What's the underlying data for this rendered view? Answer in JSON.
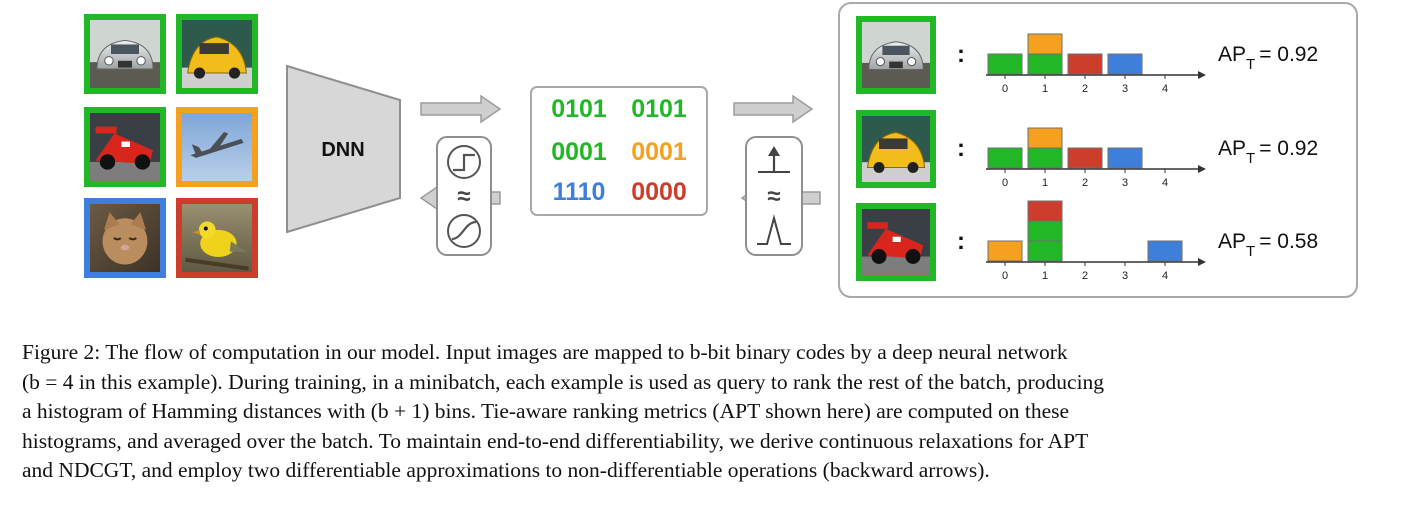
{
  "colors": {
    "green": "#22b726",
    "orange": "#f5a01e",
    "blue": "#3f7fdc",
    "red": "#cc3d2c",
    "gray_fill": "#cfcfcf",
    "gray_stroke": "#8f8f8f"
  },
  "input_images": [
    {
      "subject": "car",
      "border": "green"
    },
    {
      "subject": "car",
      "border": "green"
    },
    {
      "subject": "race-car",
      "border": "green"
    },
    {
      "subject": "airplane",
      "border": "orange"
    },
    {
      "subject": "cat",
      "border": "blue"
    },
    {
      "subject": "bird",
      "border": "red"
    }
  ],
  "network": {
    "label": "DNN"
  },
  "codes": {
    "left": [
      {
        "text": "0101",
        "color": "green"
      },
      {
        "text": "0001",
        "color": "green"
      },
      {
        "text": "1110",
        "color": "blue"
      }
    ],
    "right": [
      {
        "text": "0101",
        "color": "green"
      },
      {
        "text": "0001",
        "color": "orange"
      },
      {
        "text": "0000",
        "color": "red"
      }
    ]
  },
  "relaxations": {
    "sign": {
      "symbol": "≈",
      "icons": [
        "step-icon",
        "sigmoid-icon"
      ]
    },
    "histogram": {
      "symbol": "≈",
      "icons": [
        "impulse-icon",
        "triangle-kernel-icon"
      ]
    }
  },
  "results_panel": {
    "rows": [
      {
        "query_subject": "car",
        "query_border": "green",
        "colon": ":",
        "ap_label": "AP",
        "ap_sub": "T",
        "ap_value": "= 0.92",
        "ticks": [
          "0",
          "1",
          "2",
          "3",
          "4"
        ],
        "bins": [
          [
            "green"
          ],
          [
            "green",
            "orange"
          ],
          [
            "red"
          ],
          [
            "blue"
          ],
          []
        ]
      },
      {
        "query_subject": "car",
        "query_border": "green",
        "colon": ":",
        "ap_label": "AP",
        "ap_sub": "T",
        "ap_value": "= 0.92",
        "ticks": [
          "0",
          "1",
          "2",
          "3",
          "4"
        ],
        "bins": [
          [
            "green"
          ],
          [
            "green",
            "orange"
          ],
          [
            "red"
          ],
          [
            "blue"
          ],
          []
        ]
      },
      {
        "query_subject": "race-car",
        "query_border": "green",
        "colon": ":",
        "ap_label": "AP",
        "ap_sub": "T",
        "ap_value": "= 0.58",
        "ticks": [
          "0",
          "1",
          "2",
          "3",
          "4"
        ],
        "bins": [
          [
            "orange"
          ],
          [
            "green",
            "green",
            "red"
          ],
          [],
          [],
          [
            "blue"
          ]
        ]
      }
    ]
  },
  "caption": {
    "lines": [
      "Figure 2: The flow of computation in our model. Input images are mapped to b-bit binary codes by a deep neural network",
      "(b = 4 in this example). During training, in a minibatch, each example is used as query to rank the rest of the batch, producing",
      "a histogram of Hamming distances with (b + 1) bins. Tie-aware ranking metrics (APT shown here) are computed on these",
      "histograms, and averaged over the batch. To maintain end-to-end differentiability, we derive continuous relaxations for APT",
      "and NDCGT, and employ two differentiable approximations to non-differentiable operations (backward arrows)."
    ]
  }
}
